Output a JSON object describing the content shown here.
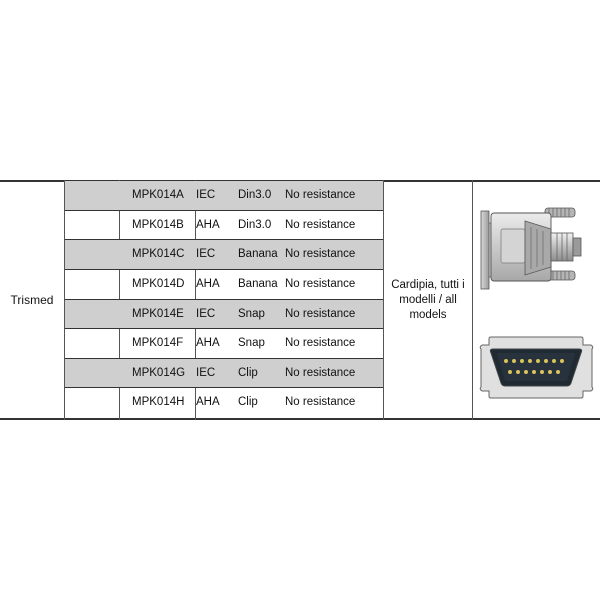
{
  "table": {
    "manufacturer": "Trismed",
    "compatibility": "Cardipia, tutti i modelli / all models",
    "rows": [
      {
        "code": "MPK014A",
        "standard": "IEC",
        "terminal": "Din3.0",
        "resistance": "No resistance",
        "shaded": true
      },
      {
        "code": "MPK014B",
        "standard": "AHA",
        "terminal": "Din3.0",
        "resistance": "No resistance",
        "shaded": false
      },
      {
        "code": "MPK014C",
        "standard": "IEC",
        "terminal": "Banana",
        "resistance": "No resistance",
        "shaded": true
      },
      {
        "code": "MPK014D",
        "standard": "AHA",
        "terminal": "Banana",
        "resistance": "No resistance",
        "shaded": false
      },
      {
        "code": "MPK014E",
        "standard": "IEC",
        "terminal": "Snap",
        "resistance": "No resistance",
        "shaded": true
      },
      {
        "code": "MPK014F",
        "standard": "AHA",
        "terminal": "Snap",
        "resistance": "No resistance",
        "shaded": false
      },
      {
        "code": "MPK014G",
        "standard": "IEC",
        "terminal": "Clip",
        "resistance": "No resistance",
        "shaded": true
      },
      {
        "code": "MPK014H",
        "standard": "AHA",
        "terminal": "Clip",
        "resistance": "No resistance",
        "shaded": false
      }
    ]
  },
  "icons": {
    "connector_side": "db15-connector-side-icon",
    "connector_front": "db15-connector-front-icon"
  },
  "colors": {
    "row_shade": "#cfcfcf",
    "border": "#333333"
  }
}
